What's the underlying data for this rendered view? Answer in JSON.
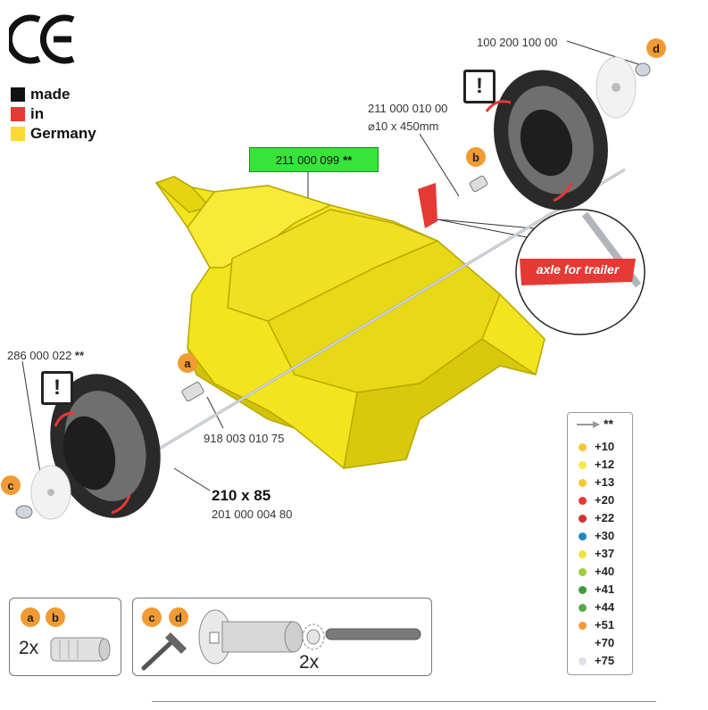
{
  "header": {
    "ce_mark": "CE",
    "made_in": [
      "made",
      "in",
      "Germany"
    ],
    "flag_colors": [
      "#111111",
      "#e53935",
      "#fdd835"
    ]
  },
  "parts": {
    "trailer_body": "211 000 099",
    "trailer_body_mark": "**",
    "axle": "211 000 010 00",
    "axle_dim": "⌀10 x 450mm",
    "hub_cap_top": "100 200 100 00",
    "hub_cap_left": "286 000 022",
    "hub_cap_left_mark": "**",
    "spacer": "918 003 010 75",
    "tire_size": "210 x 85",
    "tire_number": "201 000 004 80",
    "axle_tag": "axle for trailer"
  },
  "badges": {
    "a": "a",
    "b": "b",
    "c": "c",
    "d": "d"
  },
  "warning_symbol": "!",
  "legend": {
    "header": "**",
    "items": [
      {
        "label": "+10",
        "color": "#f5c533"
      },
      {
        "label": "+12",
        "color": "#f7e94a"
      },
      {
        "label": "+13",
        "color": "#f6c635"
      },
      {
        "label": "+20",
        "color": "#e53935"
      },
      {
        "label": "+22",
        "color": "#d32f2f"
      },
      {
        "label": "+30",
        "color": "#1e88c8"
      },
      {
        "label": "+37",
        "color": "#f2e23a"
      },
      {
        "label": "+40",
        "color": "#9ccc3c"
      },
      {
        "label": "+41",
        "color": "#3a9c3f"
      },
      {
        "label": "+44",
        "color": "#58a94a"
      },
      {
        "label": "+51",
        "color": "#f29a33"
      },
      {
        "label": "+70",
        "color": "#ffffff"
      },
      {
        "label": "+75",
        "color": "#dde3ea"
      }
    ]
  },
  "bottom": {
    "box1_qty": "2x",
    "box2_qty": "2x"
  },
  "colors": {
    "trailer_yellow": "#f2e41d",
    "badge_orange": "#f29a33",
    "green_label": "#37e43a",
    "tag_red": "#e53935"
  }
}
